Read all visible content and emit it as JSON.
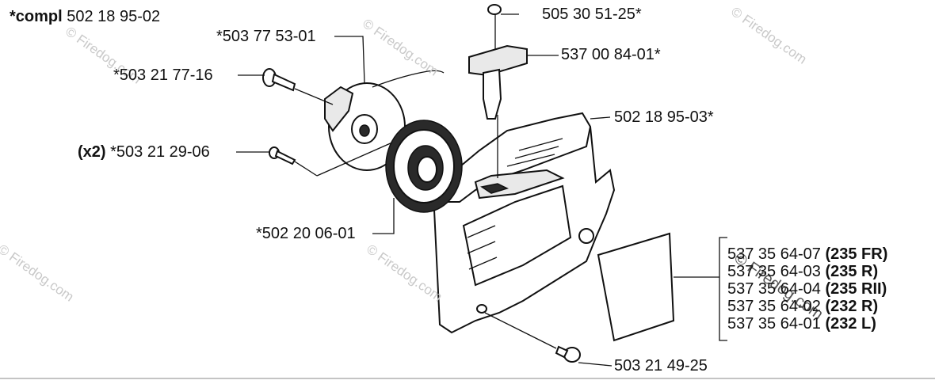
{
  "title": {
    "prefix": "*compl",
    "number": "502 18 95-02"
  },
  "labels": {
    "drum": "*503 77 53-01",
    "screw_top": "*503 21 77-16",
    "qty": "(x2)",
    "screw_mid": "*503 21 29-06",
    "pulley": "*502 20 06-01",
    "rope_end": "505 30 51-25*",
    "handle": "537 00 84-01*",
    "cover": "502 18 95-03*",
    "bolt": "503 21 49-25"
  },
  "variants": [
    {
      "part": "537 35 64-07",
      "model": "(235 FR)"
    },
    {
      "part": "537 35 64-03",
      "model": "(235 R)"
    },
    {
      "part": "537 35 64-04",
      "model": "(235 RII)"
    },
    {
      "part": "537 35 64-02",
      "model": "(232 R)"
    },
    {
      "part": "537 35 64-01",
      "model": "(232 L)"
    }
  ],
  "watermark": "© Firedog.com",
  "colors": {
    "line": "#111111",
    "watermark": "#c9c9c9"
  }
}
